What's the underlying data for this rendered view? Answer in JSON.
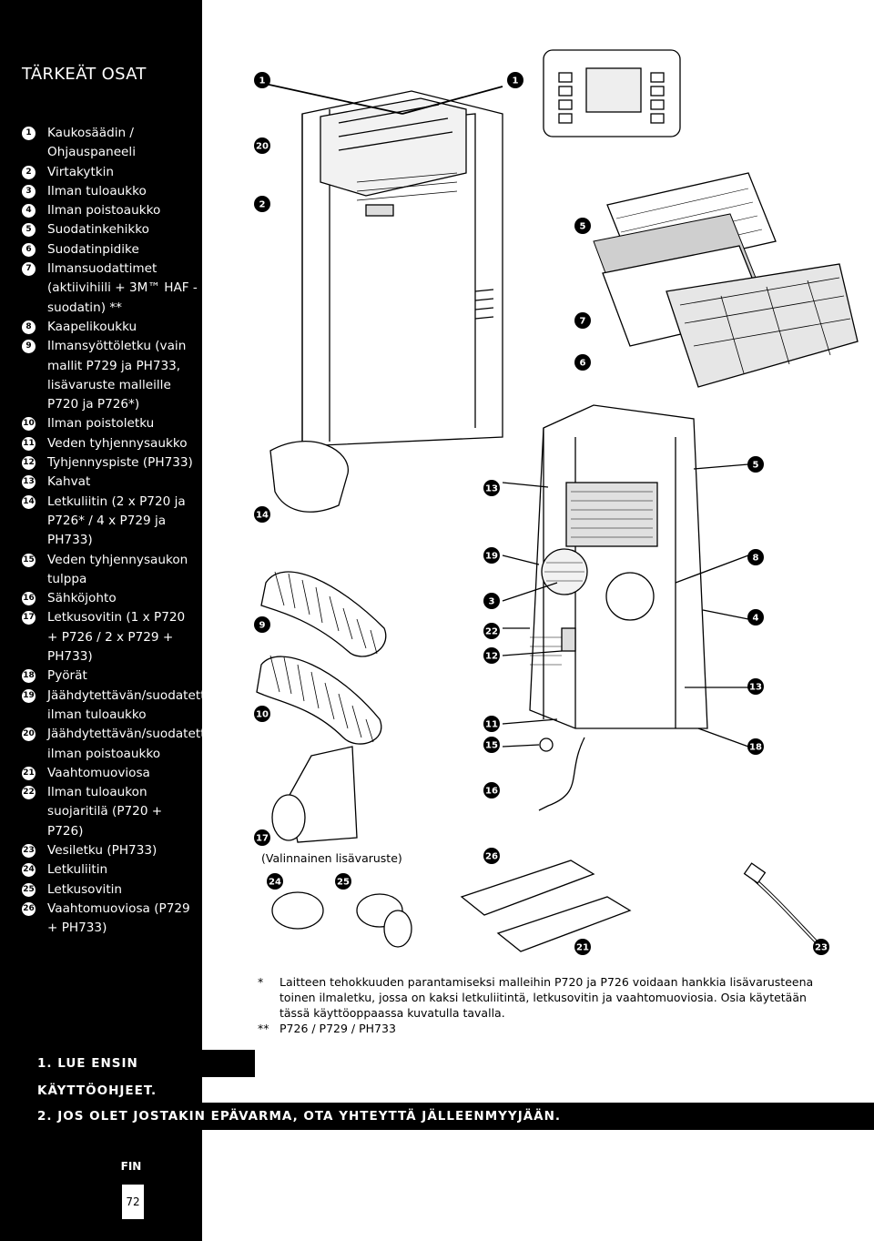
{
  "title": "TÄRKEÄT OSAT",
  "parts": [
    {
      "num": "1",
      "text": "Kaukosäädin / Ohjauspaneeli"
    },
    {
      "num": "2",
      "text": "Virtakytkin"
    },
    {
      "num": "3",
      "text": "Ilman tuloaukko"
    },
    {
      "num": "4",
      "text": "Ilman poistoaukko"
    },
    {
      "num": "5",
      "text": "Suodatinkehikko"
    },
    {
      "num": "6",
      "text": "Suodatinpidike"
    },
    {
      "num": "7",
      "text": "Ilmansuodattimet (aktiivihiili + 3M™ HAF -suodatin) **"
    },
    {
      "num": "8",
      "text": "Kaapelikoukku"
    },
    {
      "num": "9",
      "text": "Ilmansyöttöletku (vain mallit P729 ja PH733, lisävaruste malleille P720 ja P726*)"
    },
    {
      "num": "10",
      "text": "Ilman poistoletku"
    },
    {
      "num": "11",
      "text": "Veden tyhjennysaukko"
    },
    {
      "num": "12",
      "text": "Tyhjennyspiste (PH733)"
    },
    {
      "num": "13",
      "text": "Kahvat"
    },
    {
      "num": "14",
      "text": "Letkuliitin (2 x P720 ja P726* / 4 x P729 ja PH733)"
    },
    {
      "num": "15",
      "text": "Veden tyhjennysaukon tulppa"
    },
    {
      "num": "16",
      "text": "Sähköjohto"
    },
    {
      "num": "17",
      "text": "Letkusovitin (1 x P720 + P726 / 2 x P729 + PH733)"
    },
    {
      "num": "18",
      "text": "Pyörät"
    },
    {
      "num": "19",
      "text": "Jäähdytettävän/suodatettavan ilman tuloaukko"
    },
    {
      "num": "20",
      "text": "Jäähdytettävän/suodatettavan ilman poistoaukko"
    },
    {
      "num": "21",
      "text": "Vaahtomuoviosa"
    },
    {
      "num": "22",
      "text": "Ilman tuloaukon suojaritilä (P720 + P726)"
    },
    {
      "num": "23",
      "text": "Vesiletku (PH733)"
    },
    {
      "num": "24",
      "text": "Letkuliitin"
    },
    {
      "num": "25",
      "text": "Letkusovitin"
    },
    {
      "num": "26",
      "text": "Vaahtomuoviosa (P729 + PH733)"
    }
  ],
  "figure": {
    "optional_label": "(Valinnainen lisävaruste)",
    "callouts": [
      "1",
      "1",
      "20",
      "2",
      "5",
      "7",
      "6",
      "13",
      "5",
      "14",
      "19",
      "8",
      "3",
      "4",
      "22",
      "9",
      "12",
      "13",
      "10",
      "11",
      "15",
      "18",
      "16",
      "17",
      "26",
      "24",
      "25",
      "21",
      "23"
    ]
  },
  "footnotes": {
    "star_mark": "*",
    "star_text": "Laitteen tehokkuuden parantamiseksi malleihin P720 ja P726 voidaan hankkia lisävarusteena toinen ilmaletku, jossa on kaksi letkuliitintä, letkusovitin ja vaahtomuoviosia. Osia käytetään tässä käyttöoppaassa kuvatulla tavalla.",
    "double_star_mark": "**",
    "double_star_text": "P726 / P729 / PH733"
  },
  "notices": {
    "first": "1. LUE ENSIN KÄYTTÖOHJEET.",
    "second": "2. JOS OLET JOSTAKIN EPÄVARMA, OTA YHTEYTTÄ JÄLLEENMYYJÄÄN."
  },
  "language_badge": "FIN",
  "page_number": "72"
}
